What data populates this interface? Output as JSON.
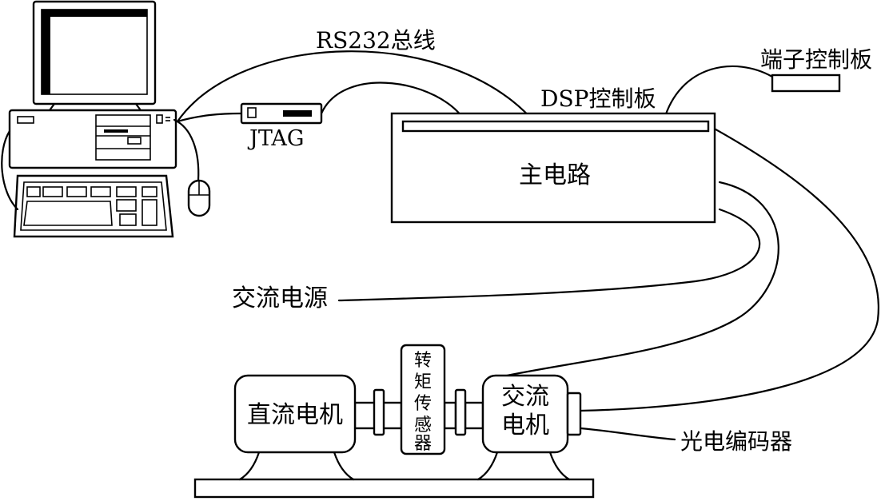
{
  "labels": {
    "rs232": "RS232总线",
    "jtag": "JTAG",
    "dsp_board": "DSP控制板",
    "terminal_board": "端子控制板",
    "main_circuit": "主电路",
    "ac_power": "交流电源",
    "dc_motor": "直流电机",
    "torque_sensor": [
      "转",
      "矩",
      "传",
      "感",
      "器"
    ],
    "ac_motor": [
      "交流",
      "电机"
    ],
    "encoder": "光电编码器"
  },
  "icons": {
    "computer": "desktop-computer-icon",
    "mouse": "mouse-icon",
    "keyboard": "keyboard-icon"
  },
  "colors": {
    "line": "#000000",
    "background": "#ffffff"
  }
}
